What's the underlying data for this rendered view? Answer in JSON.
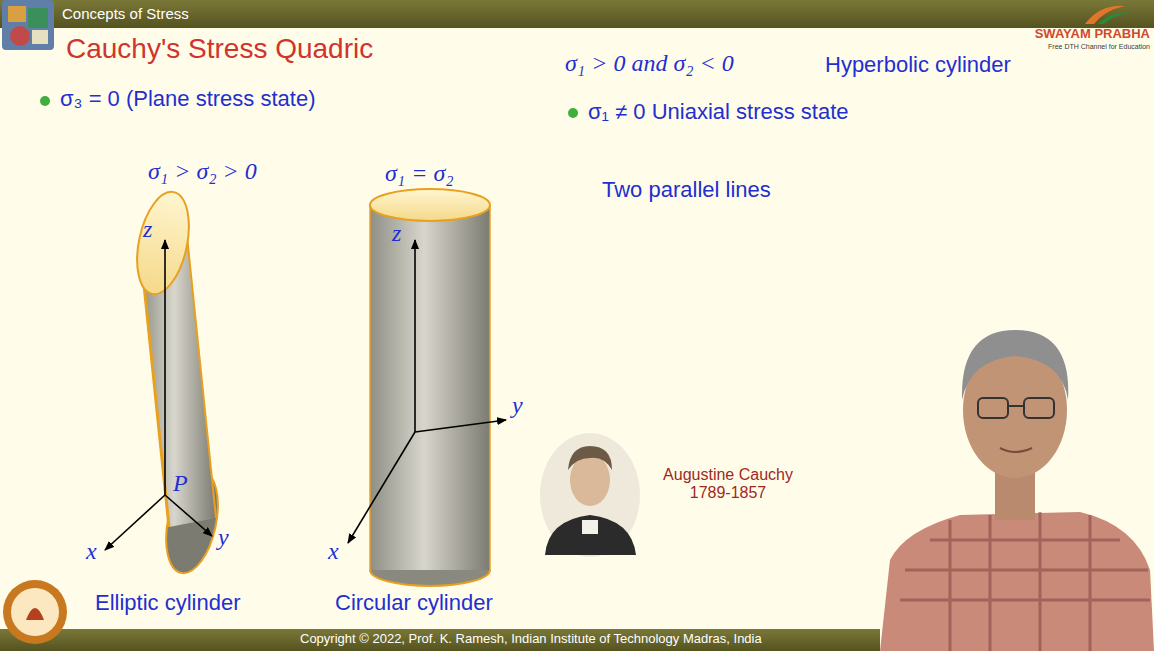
{
  "diagram": {
    "title": "Cauchy's Stress Quadric",
    "labels": [
      "Concepts of Stress",
      "SWAYAM PRABHA",
      "Free DTH Channel for Education",
      "σ₃ = 0 (Plane stress state)",
      "σ₁ > σ₂ > 0",
      "σ₁ = σ₂",
      "z",
      "x",
      "P",
      "y",
      "z",
      "y",
      "x",
      "σ₁ > 0 and σ₂ < 0",
      "Hyperbolic cylinder",
      "σ₁ ≠ 0 Uniaxial stress state",
      "Two parallel lines",
      "Augustine Cauchy 1789-1857",
      "Elliptic cylinder",
      "Circular cylinder",
      "Copyright © 2022, Prof. K. Ramesh, Indian Institute of Technology Madras, India"
    ]
  }
}
